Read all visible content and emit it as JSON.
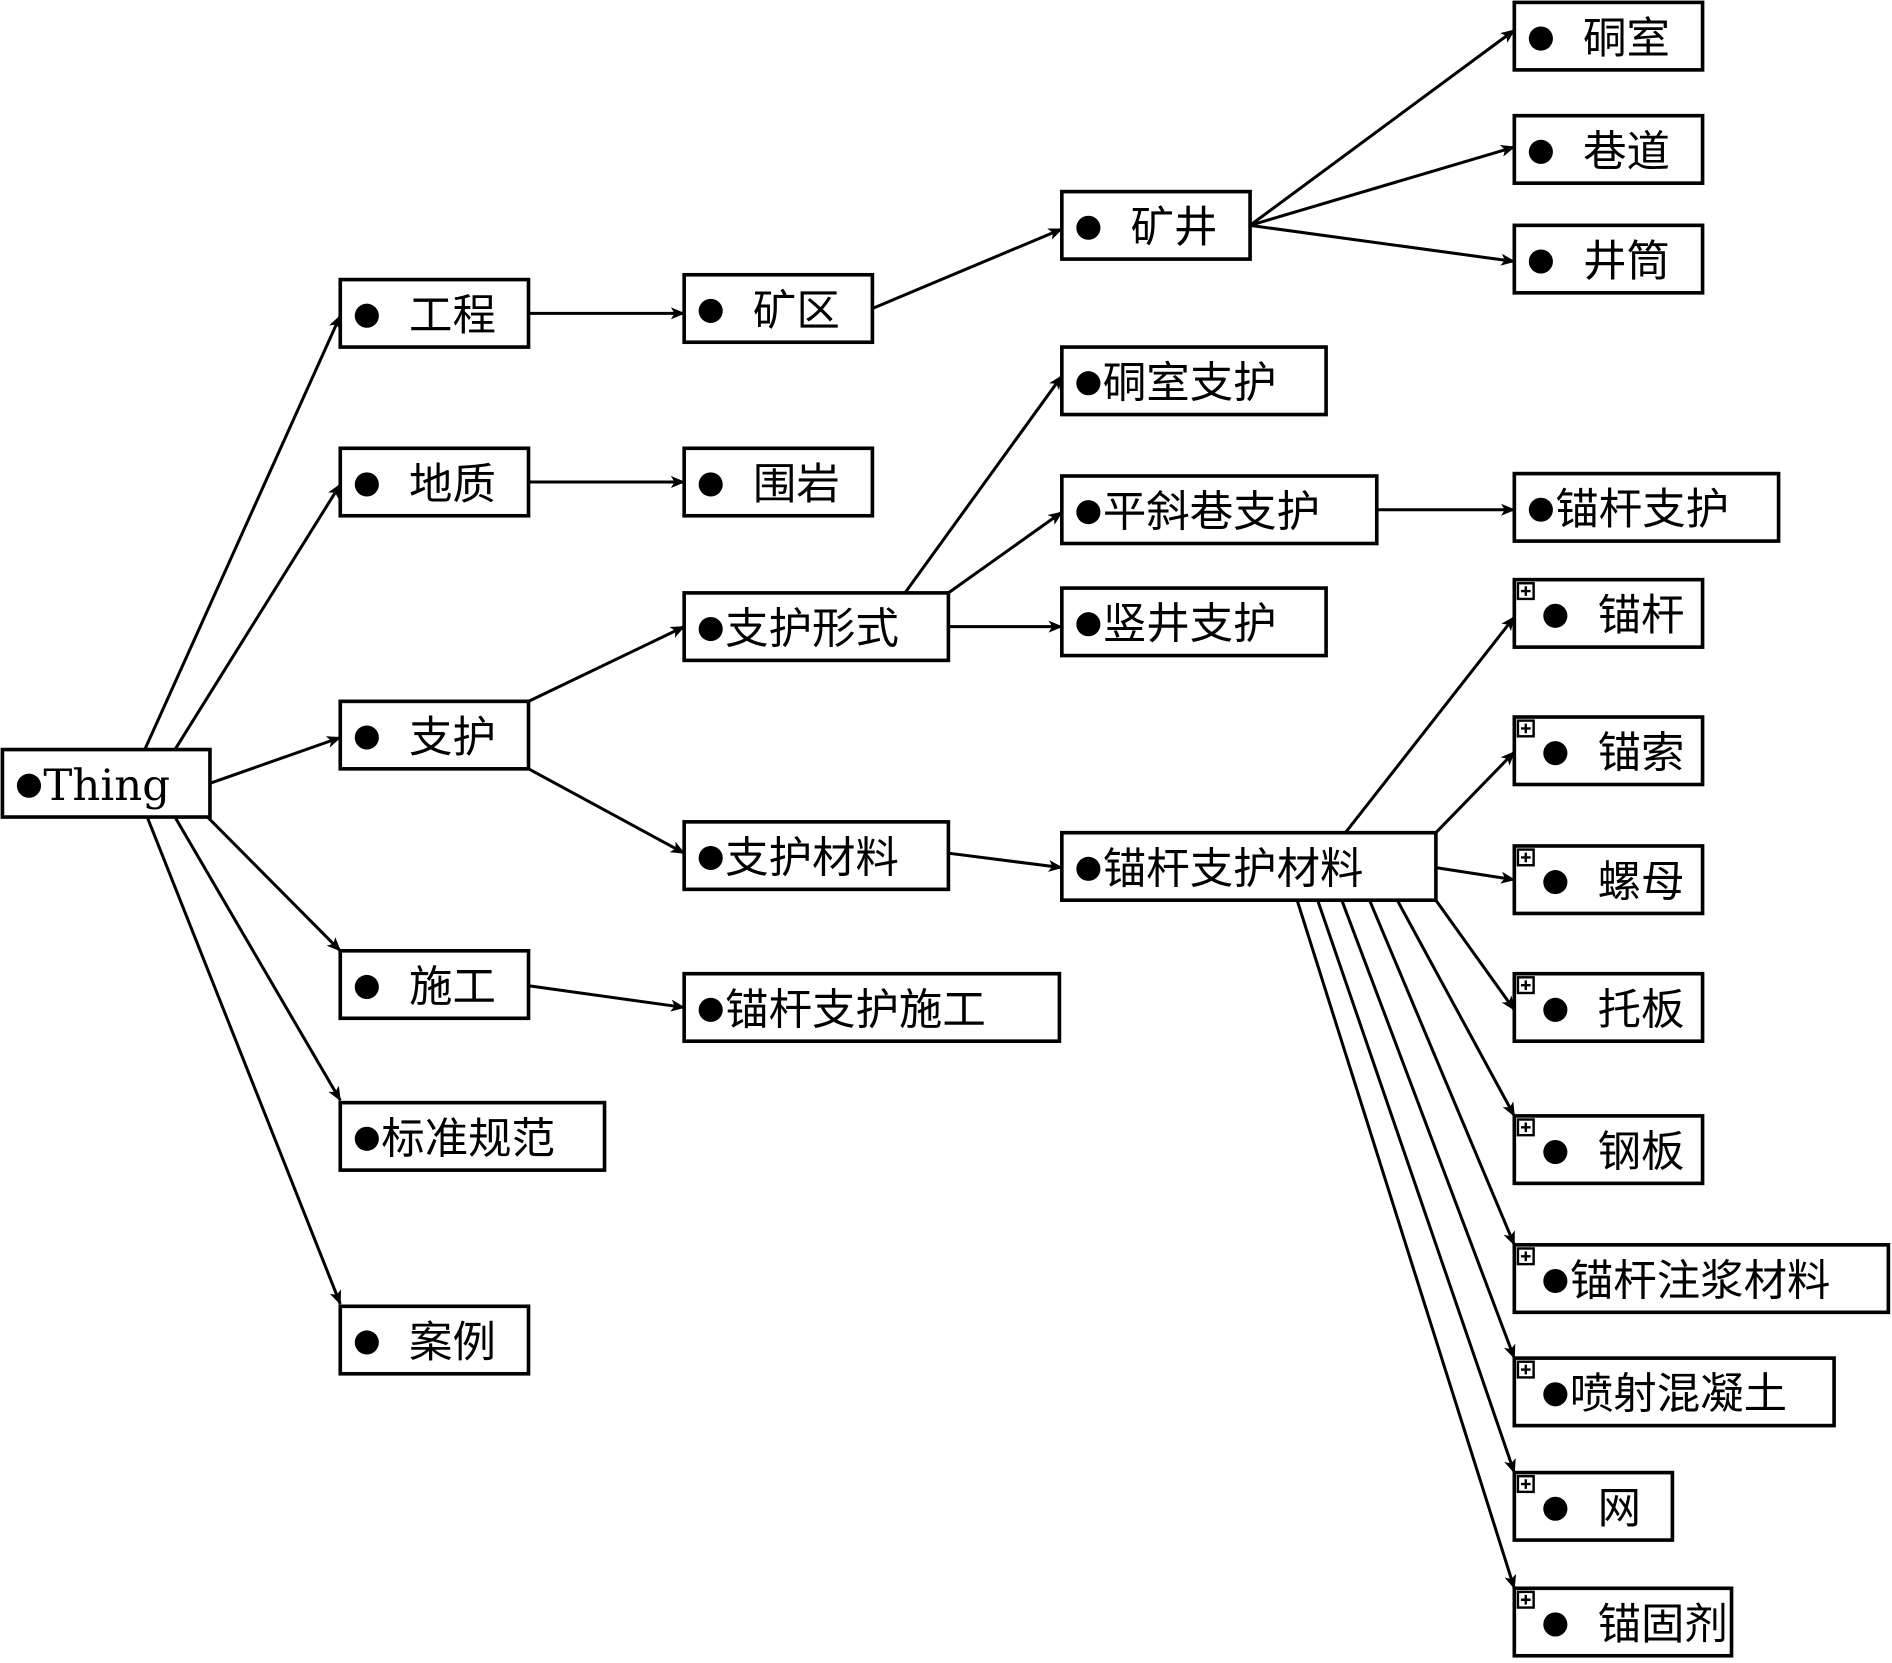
{
  "diagram": {
    "type": "ontology-tree",
    "colors": {
      "stroke": "#000000",
      "background": "#ffffff"
    },
    "nodes": [
      {
        "id": "thing",
        "label": "Thing",
        "expandable": false
      },
      {
        "id": "gongcheng",
        "label": "工程",
        "expandable": false
      },
      {
        "id": "dizhi",
        "label": "地质",
        "expandable": false
      },
      {
        "id": "zhihu",
        "label": "支护",
        "expandable": false
      },
      {
        "id": "shigong",
        "label": "施工",
        "expandable": false
      },
      {
        "id": "biaozhun",
        "label": "标准规范",
        "expandable": false
      },
      {
        "id": "anli",
        "label": "案例",
        "expandable": false
      },
      {
        "id": "kuangqu",
        "label": "矿区",
        "expandable": false
      },
      {
        "id": "weiyan",
        "label": "围岩",
        "expandable": false
      },
      {
        "id": "zhihuxingshi",
        "label": "支护形式",
        "expandable": false
      },
      {
        "id": "zhihucailiao",
        "label": "支护材料",
        "expandable": false
      },
      {
        "id": "maoganshigong",
        "label": "锚杆支护施工",
        "expandable": false
      },
      {
        "id": "kuangjing",
        "label": "矿井",
        "expandable": false
      },
      {
        "id": "dongshizhihu",
        "label": "硐室支护",
        "expandable": false
      },
      {
        "id": "pingxiexiang",
        "label": "平斜巷支护",
        "expandable": false
      },
      {
        "id": "shujingzhihu",
        "label": "竖井支护",
        "expandable": false
      },
      {
        "id": "maogancailiao",
        "label": "锚杆支护材料",
        "expandable": false
      },
      {
        "id": "dongshi",
        "label": "硐室",
        "expandable": false
      },
      {
        "id": "xiangdao",
        "label": "巷道",
        "expandable": false
      },
      {
        "id": "jingtong",
        "label": "井筒",
        "expandable": false
      },
      {
        "id": "maoganzhihu",
        "label": "锚杆支护",
        "expandable": false
      },
      {
        "id": "maogan",
        "label": "锚杆",
        "expandable": true
      },
      {
        "id": "maosuo",
        "label": "锚索",
        "expandable": true
      },
      {
        "id": "luomu",
        "label": "螺母",
        "expandable": true
      },
      {
        "id": "tuoban",
        "label": "托板",
        "expandable": true
      },
      {
        "id": "gangban",
        "label": "钢板",
        "expandable": true
      },
      {
        "id": "zhujiang",
        "label": "锚杆注浆材料",
        "expandable": true
      },
      {
        "id": "penshe",
        "label": "喷射混凝土",
        "expandable": true
      },
      {
        "id": "wang",
        "label": "网",
        "expandable": true
      },
      {
        "id": "maoguji",
        "label": "锚固剂",
        "expandable": true
      }
    ],
    "edges": [
      {
        "from": "thing",
        "to": "gongcheng"
      },
      {
        "from": "thing",
        "to": "dizhi"
      },
      {
        "from": "thing",
        "to": "zhihu"
      },
      {
        "from": "thing",
        "to": "shigong"
      },
      {
        "from": "thing",
        "to": "biaozhun"
      },
      {
        "from": "thing",
        "to": "anli"
      },
      {
        "from": "gongcheng",
        "to": "kuangqu"
      },
      {
        "from": "dizhi",
        "to": "weiyan"
      },
      {
        "from": "zhihu",
        "to": "zhihuxingshi"
      },
      {
        "from": "zhihu",
        "to": "zhihucailiao"
      },
      {
        "from": "shigong",
        "to": "maoganshigong"
      },
      {
        "from": "kuangqu",
        "to": "kuangjing"
      },
      {
        "from": "zhihuxingshi",
        "to": "dongshizhihu"
      },
      {
        "from": "zhihuxingshi",
        "to": "pingxiexiang"
      },
      {
        "from": "zhihuxingshi",
        "to": "shujingzhihu"
      },
      {
        "from": "zhihucailiao",
        "to": "maogancailiao"
      },
      {
        "from": "kuangjing",
        "to": "dongshi"
      },
      {
        "from": "kuangjing",
        "to": "xiangdao"
      },
      {
        "from": "kuangjing",
        "to": "jingtong"
      },
      {
        "from": "pingxiexiang",
        "to": "maoganzhihu"
      },
      {
        "from": "maogancailiao",
        "to": "maogan"
      },
      {
        "from": "maogancailiao",
        "to": "maosuo"
      },
      {
        "from": "maogancailiao",
        "to": "luomu"
      },
      {
        "from": "maogancailiao",
        "to": "tuoban"
      },
      {
        "from": "maogancailiao",
        "to": "gangban"
      },
      {
        "from": "maogancailiao",
        "to": "zhujiang"
      },
      {
        "from": "maogancailiao",
        "to": "penshe"
      },
      {
        "from": "maogancailiao",
        "to": "wang"
      },
      {
        "from": "maogancailiao",
        "to": "maoguji"
      }
    ]
  }
}
